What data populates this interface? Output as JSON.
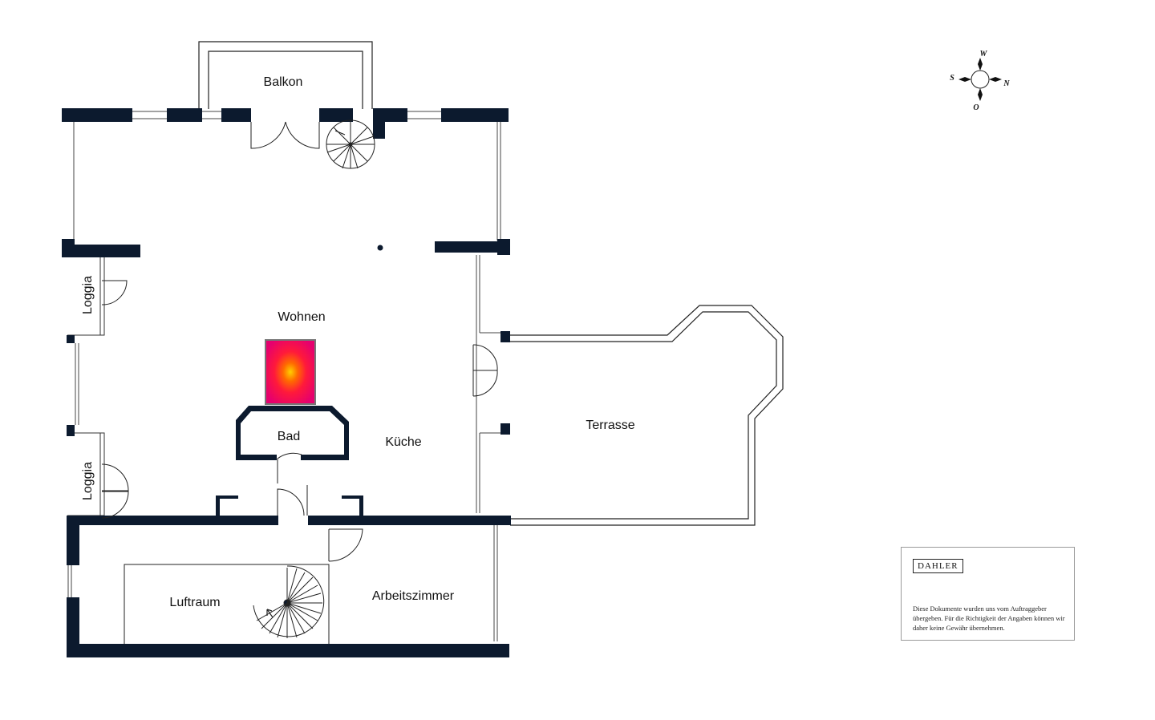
{
  "rooms": {
    "balkon": "Balkon",
    "wohnen": "Wohnen",
    "loggia_top": "Loggia",
    "loggia_bottom": "Loggia",
    "bad": "Bad",
    "kueche": "Küche",
    "terrasse": "Terrasse",
    "luftraum": "Luftraum",
    "arbeitszimmer": "Arbeitszimmer"
  },
  "compass": {
    "north": "N",
    "west": "W",
    "south": "S",
    "east": "O"
  },
  "brand": {
    "logo_text": "DAHLER"
  },
  "disclaimer": {
    "text": "Diese Dokumente wurden uns vom Auftraggeber übergeben. Für die Richtigkeit der Angaben können wir daher keine Gewähr übernehmen."
  },
  "colors": {
    "wall": "#0c1a2e",
    "fireplace_hot": "#ff9a00",
    "fireplace_edge": "#e6006e"
  }
}
